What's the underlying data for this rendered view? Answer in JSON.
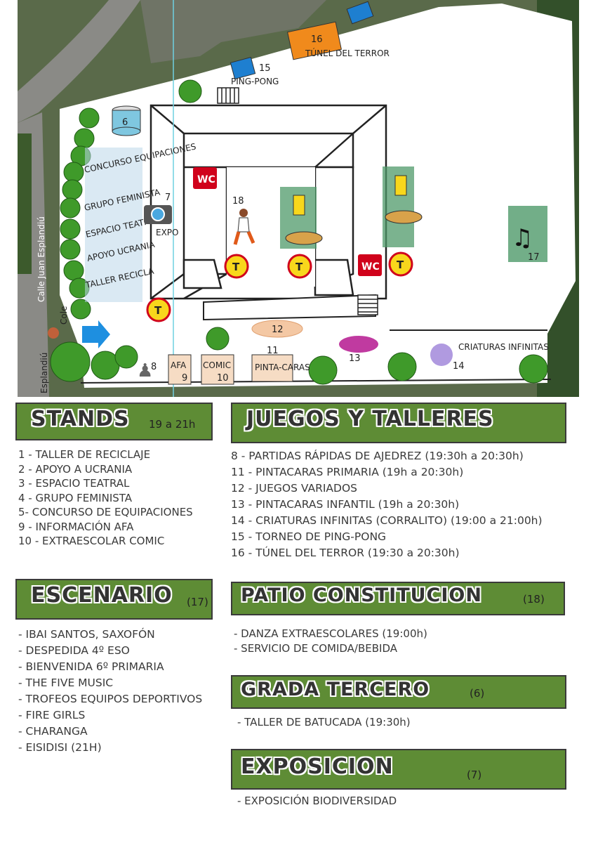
{
  "map": {
    "street_label": "Calle Juan Esplandiú",
    "street_label_2": "Cole",
    "street_label_3": "Esplandiú",
    "wc_label": "WC",
    "toilet_label": "T",
    "zones": {
      "z6": {
        "number": "6"
      },
      "z7": {
        "number": "7",
        "label": "EXPO"
      },
      "z8": {
        "number": "8"
      },
      "z9": {
        "number": "9",
        "label": "AFA"
      },
      "z10": {
        "number": "10",
        "label": "COMIC"
      },
      "z11": {
        "number": "11",
        "label": "PINTA-CARAS"
      },
      "z12": {
        "number": "12"
      },
      "z13": {
        "number": "13"
      },
      "z14": {
        "number": "14",
        "label": "CRIATURAS INFINITAS"
      },
      "z15": {
        "number": "15",
        "label": "PING-PONG"
      },
      "z16": {
        "number": "16",
        "label": "TÚNEL DEL TERROR"
      },
      "z17": {
        "number": "17"
      },
      "z18": {
        "number": "18"
      }
    },
    "stand_labels": [
      "CONCURSO EQUIPACIONES",
      "GRUPO FEMINISTA",
      "ESPACIO TEATRAL",
      "APOYO UCRANIA",
      "TALLER RECICLA"
    ]
  },
  "stands": {
    "title": "STANDS",
    "subtitle": "19 a 21h",
    "items": [
      "1 - TALLER DE RECICLAJE",
      "2 - APOYO A UCRANIA",
      "3 - ESPACIO TEATRAL",
      "4 - GRUPO FEMINISTA",
      "5- CONCURSO DE EQUIPACIONES",
      "9 - INFORMACIÓN AFA",
      "10 - EXTRAESCOLAR COMIC"
    ]
  },
  "juegos": {
    "title": "JUEGOS Y TALLERES",
    "items": [
      "8 - PARTIDAS RÁPIDAS DE AJEDREZ (19:30h a 20:30h)",
      "11 - PINTACARAS PRIMARIA (19h a 20:30h)",
      "12 - JUEGOS VARIADOS",
      "13 - PINTACARAS INFANTIL (19h a 20:30h)",
      "14 - CRIATURAS INFINITAS (CORRALITO) (19:00 a 21:00h)",
      "15 - TORNEO DE PING-PONG",
      "16 - TÚNEL DEL TERROR (19:30 a 20:30h)"
    ]
  },
  "escenario": {
    "title": "ESCENARIO",
    "subtitle": "(17)",
    "items": [
      "- IBAI SANTOS, SAXOFÓN",
      "- DESPEDIDA 4º ESO",
      "- BIENVENIDA 6º PRIMARIA",
      "- THE FIVE MUSIC",
      "- TROFEOS EQUIPOS DEPORTIVOS",
      "- FIRE GIRLS",
      "- CHARANGA",
      "- EISIDISI (21H)"
    ]
  },
  "patio": {
    "title": "PATIO CONSTITUCION",
    "subtitle": "(18)",
    "items": [
      "- DANZA EXTRAESCOLARES (19:00h)",
      "- SERVICIO DE COMIDA/BEBIDA"
    ]
  },
  "grada": {
    "title": "GRADA TERCERO",
    "subtitle": "(6)",
    "items": [
      "- TALLER DE BATUCADA (19:30h)"
    ]
  },
  "exposicion": {
    "title": "EXPOSICION",
    "subtitle": "(7)",
    "items": [
      "- EXPOSICIÓN BIODIVERSIDAD"
    ]
  },
  "colors": {
    "header_green": "#5e8c35",
    "tree_green": "#3f9a2a",
    "wc_red": "#d0021b",
    "toilet_yellow": "#f8d71c",
    "arrow_blue": "#1e8fe0",
    "stall_orange": "#f08a1c",
    "stand_blue": "#bcd7ea"
  }
}
